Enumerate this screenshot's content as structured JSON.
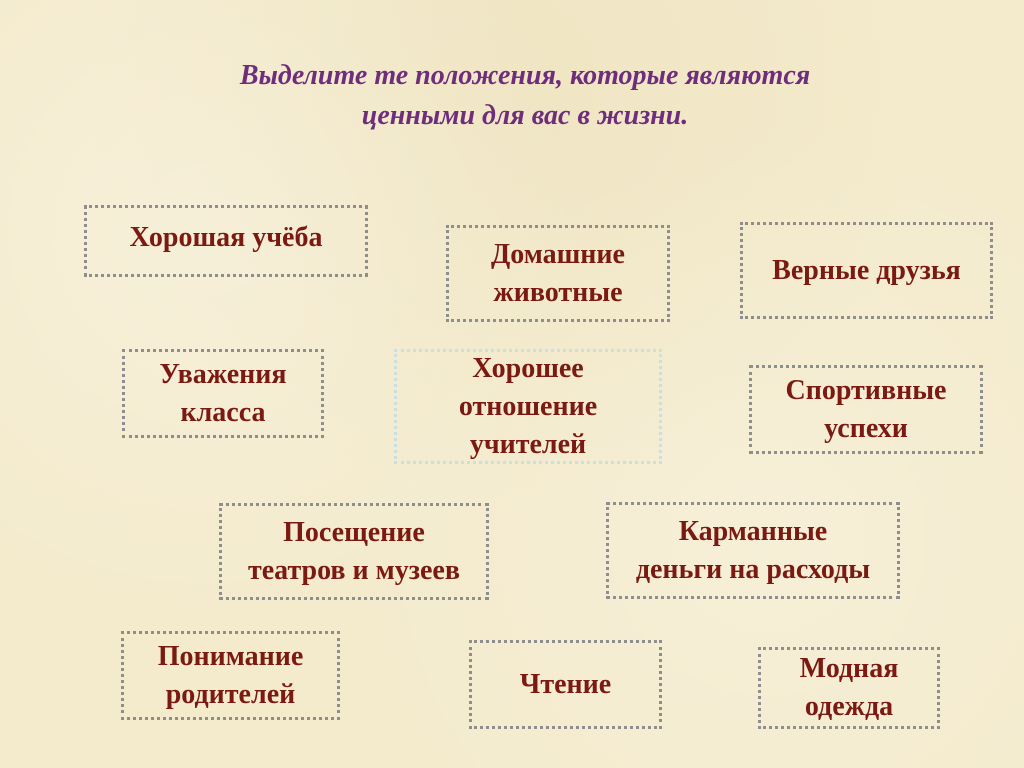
{
  "title": {
    "line1": "Выделите те положения, которые являются",
    "line2": "ценными для вас в жизни."
  },
  "values": [
    {
      "id": "good-study",
      "label": "Хорошая учёба"
    },
    {
      "id": "pets",
      "label": "Домашние\nживотные"
    },
    {
      "id": "true-friends",
      "label": "Верные друзья"
    },
    {
      "id": "class-respect",
      "label": "Уважения\nкласса"
    },
    {
      "id": "teacher-attitude",
      "label": "Хорошее\nотношение\nучителей"
    },
    {
      "id": "sports-success",
      "label": "Спортивные\nуспехи"
    },
    {
      "id": "theaters-museums",
      "label": "Посещение\nтеатров и музеев"
    },
    {
      "id": "pocket-money",
      "label": "Карманные\nденьги на расходы"
    },
    {
      "id": "parents-understanding",
      "label": "Понимание\nродителей"
    },
    {
      "id": "reading",
      "label": "Чтение"
    },
    {
      "id": "fashion-clothes",
      "label": "Модная\nодежда"
    }
  ]
}
